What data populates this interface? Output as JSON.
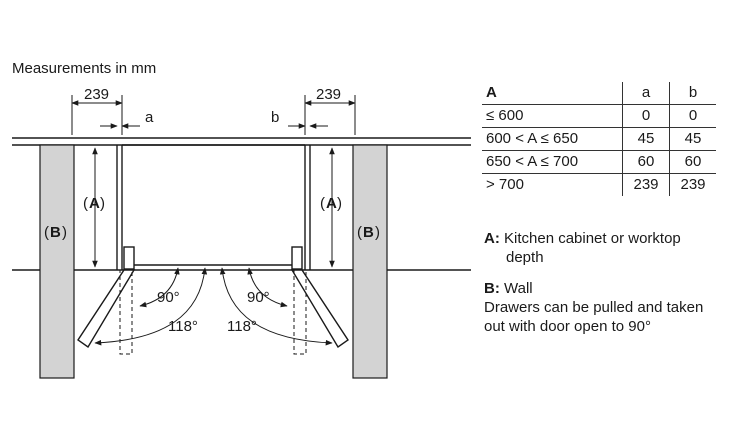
{
  "title": "Measurements in mm",
  "dimensions": {
    "left_width": "239",
    "right_width": "239",
    "left_gap": "a",
    "right_gap": "b",
    "label_A_left": "A",
    "label_A_right": "A",
    "label_B_left": "B",
    "label_B_right": "B",
    "angle_90_left": "90°",
    "angle_90_right": "90°",
    "angle_118_left": "118°",
    "angle_118_right": "118°"
  },
  "table": {
    "headers": [
      "A",
      "a",
      "b"
    ],
    "rows": [
      [
        "≤ 600",
        "0",
        "0"
      ],
      [
        "600 < A ≤ 650",
        "45",
        "45"
      ],
      [
        "650 < A ≤ 700",
        "60",
        "60"
      ],
      [
        "> 700",
        "239",
        "239"
      ]
    ]
  },
  "legend": {
    "a_key": "A:",
    "a_text_line1": "Kitchen cabinet or worktop",
    "a_text_line2": "depth",
    "b_key": "B:",
    "b_text_line1": "Wall",
    "b_text_line2": "Drawers can be pulled and taken",
    "b_text_line3": "out with door open to 90°"
  }
}
